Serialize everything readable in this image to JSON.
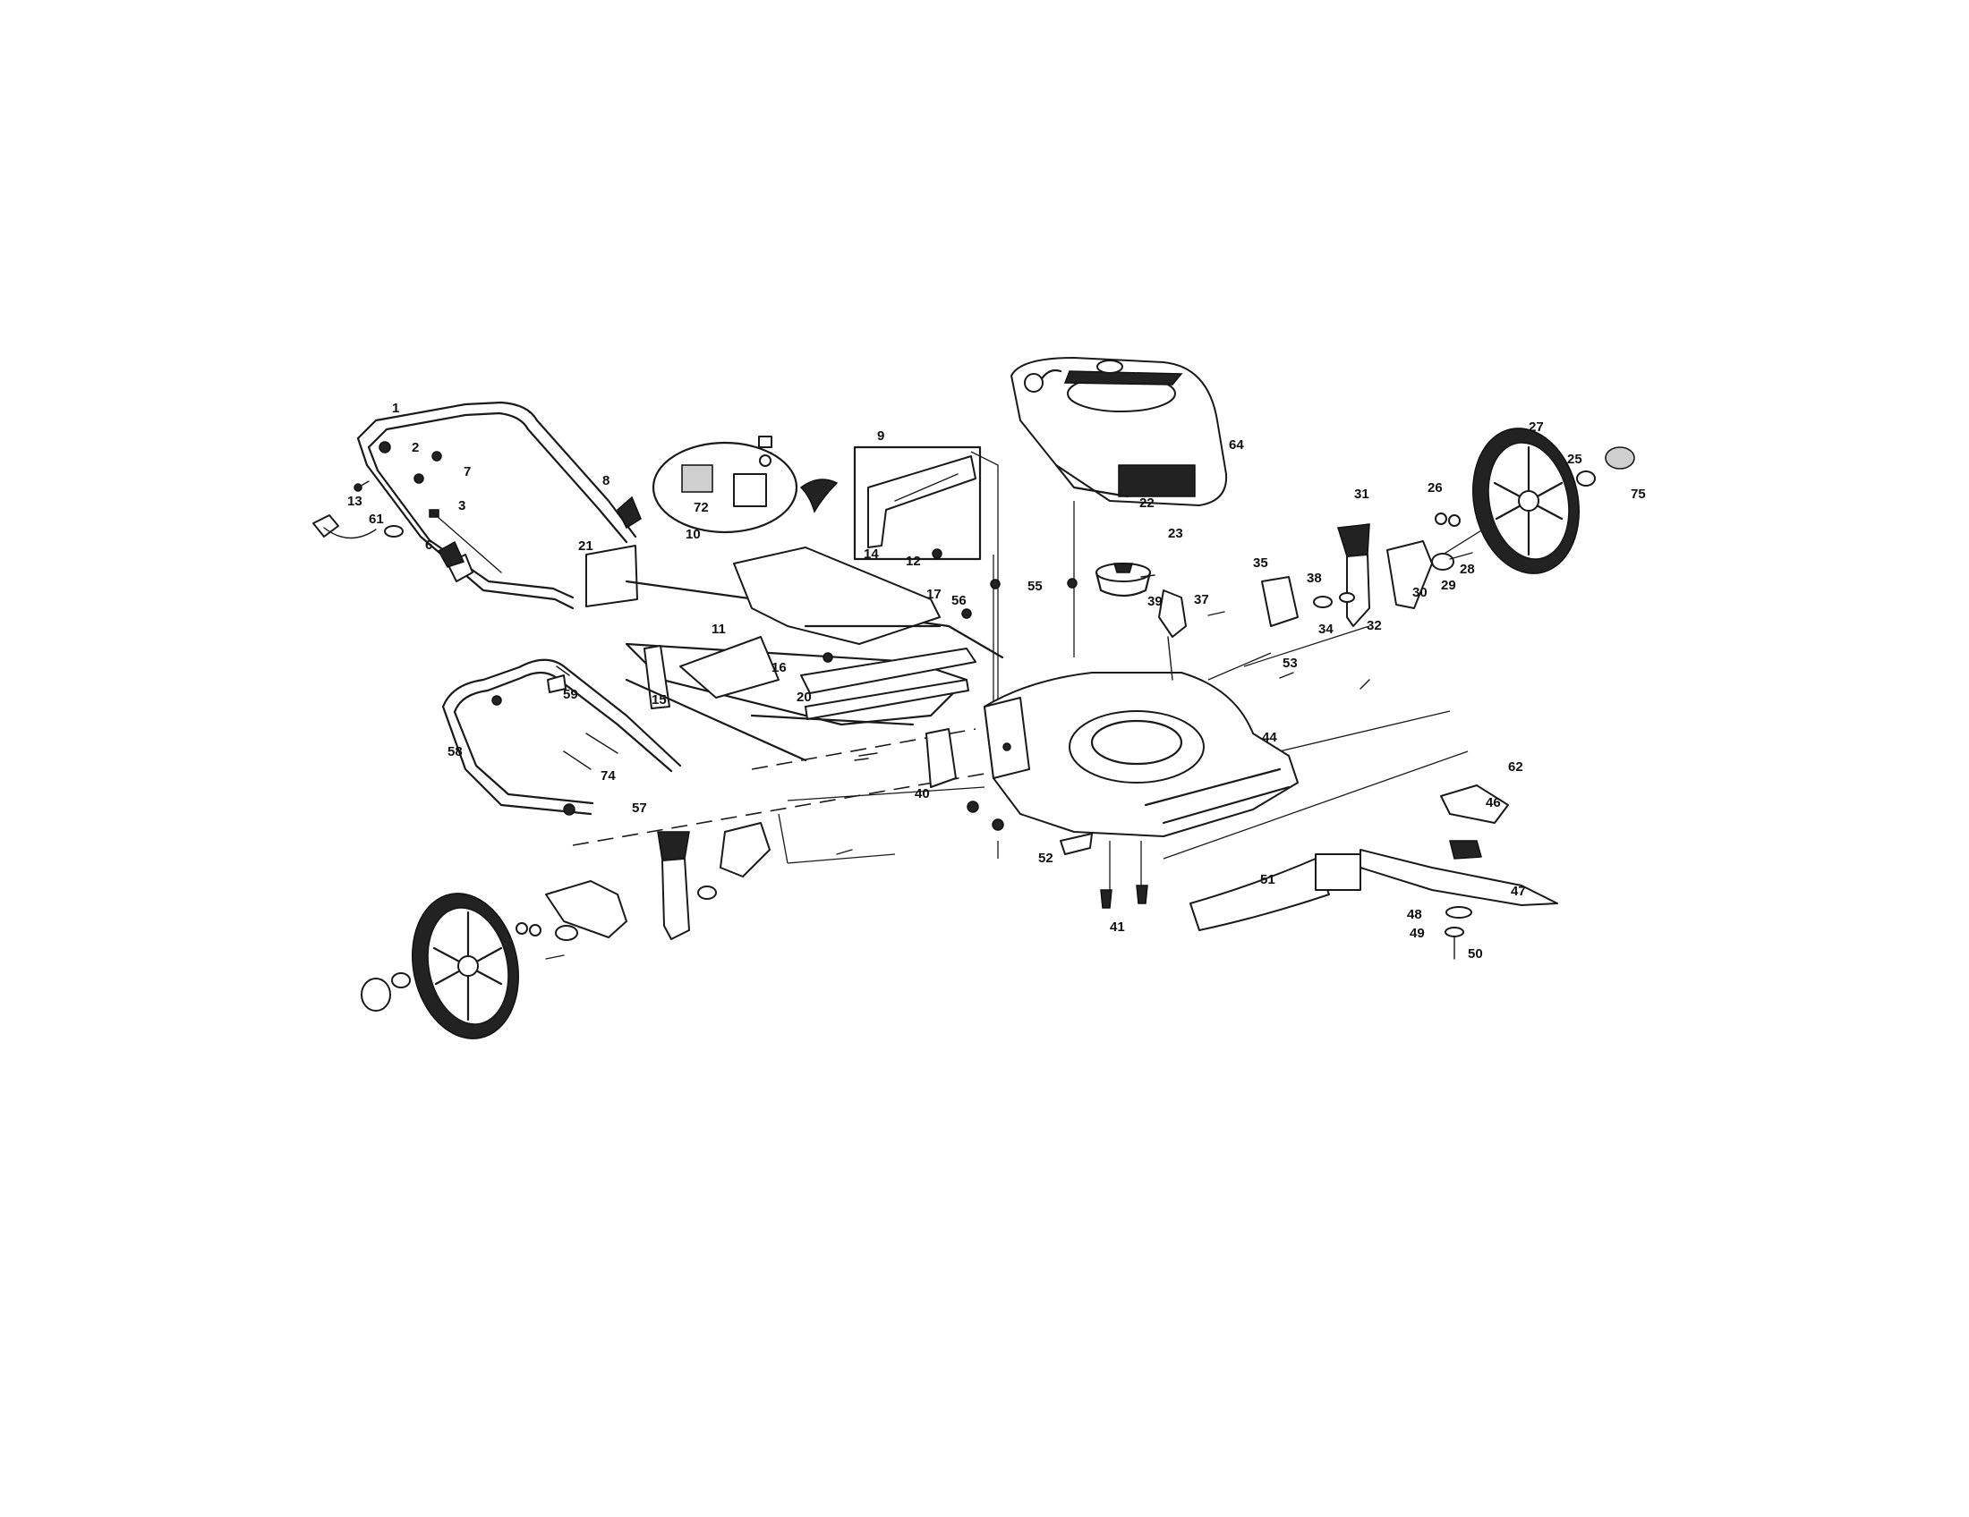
{
  "diagram": {
    "labels": [
      "1",
      "2",
      "3",
      "6",
      "7",
      "8",
      "9",
      "10",
      "11",
      "12",
      "13",
      "14",
      "15",
      "16",
      "17",
      "20",
      "21",
      "22",
      "23",
      "25",
      "26",
      "27",
      "28",
      "29",
      "30",
      "31",
      "32",
      "34",
      "35",
      "37",
      "38",
      "39",
      "40",
      "41",
      "44",
      "46",
      "47",
      "48",
      "49",
      "50",
      "51",
      "52",
      "53",
      "55",
      "56",
      "57",
      "58",
      "59",
      "61",
      "62",
      "64",
      "72",
      "74",
      "75"
    ]
  }
}
